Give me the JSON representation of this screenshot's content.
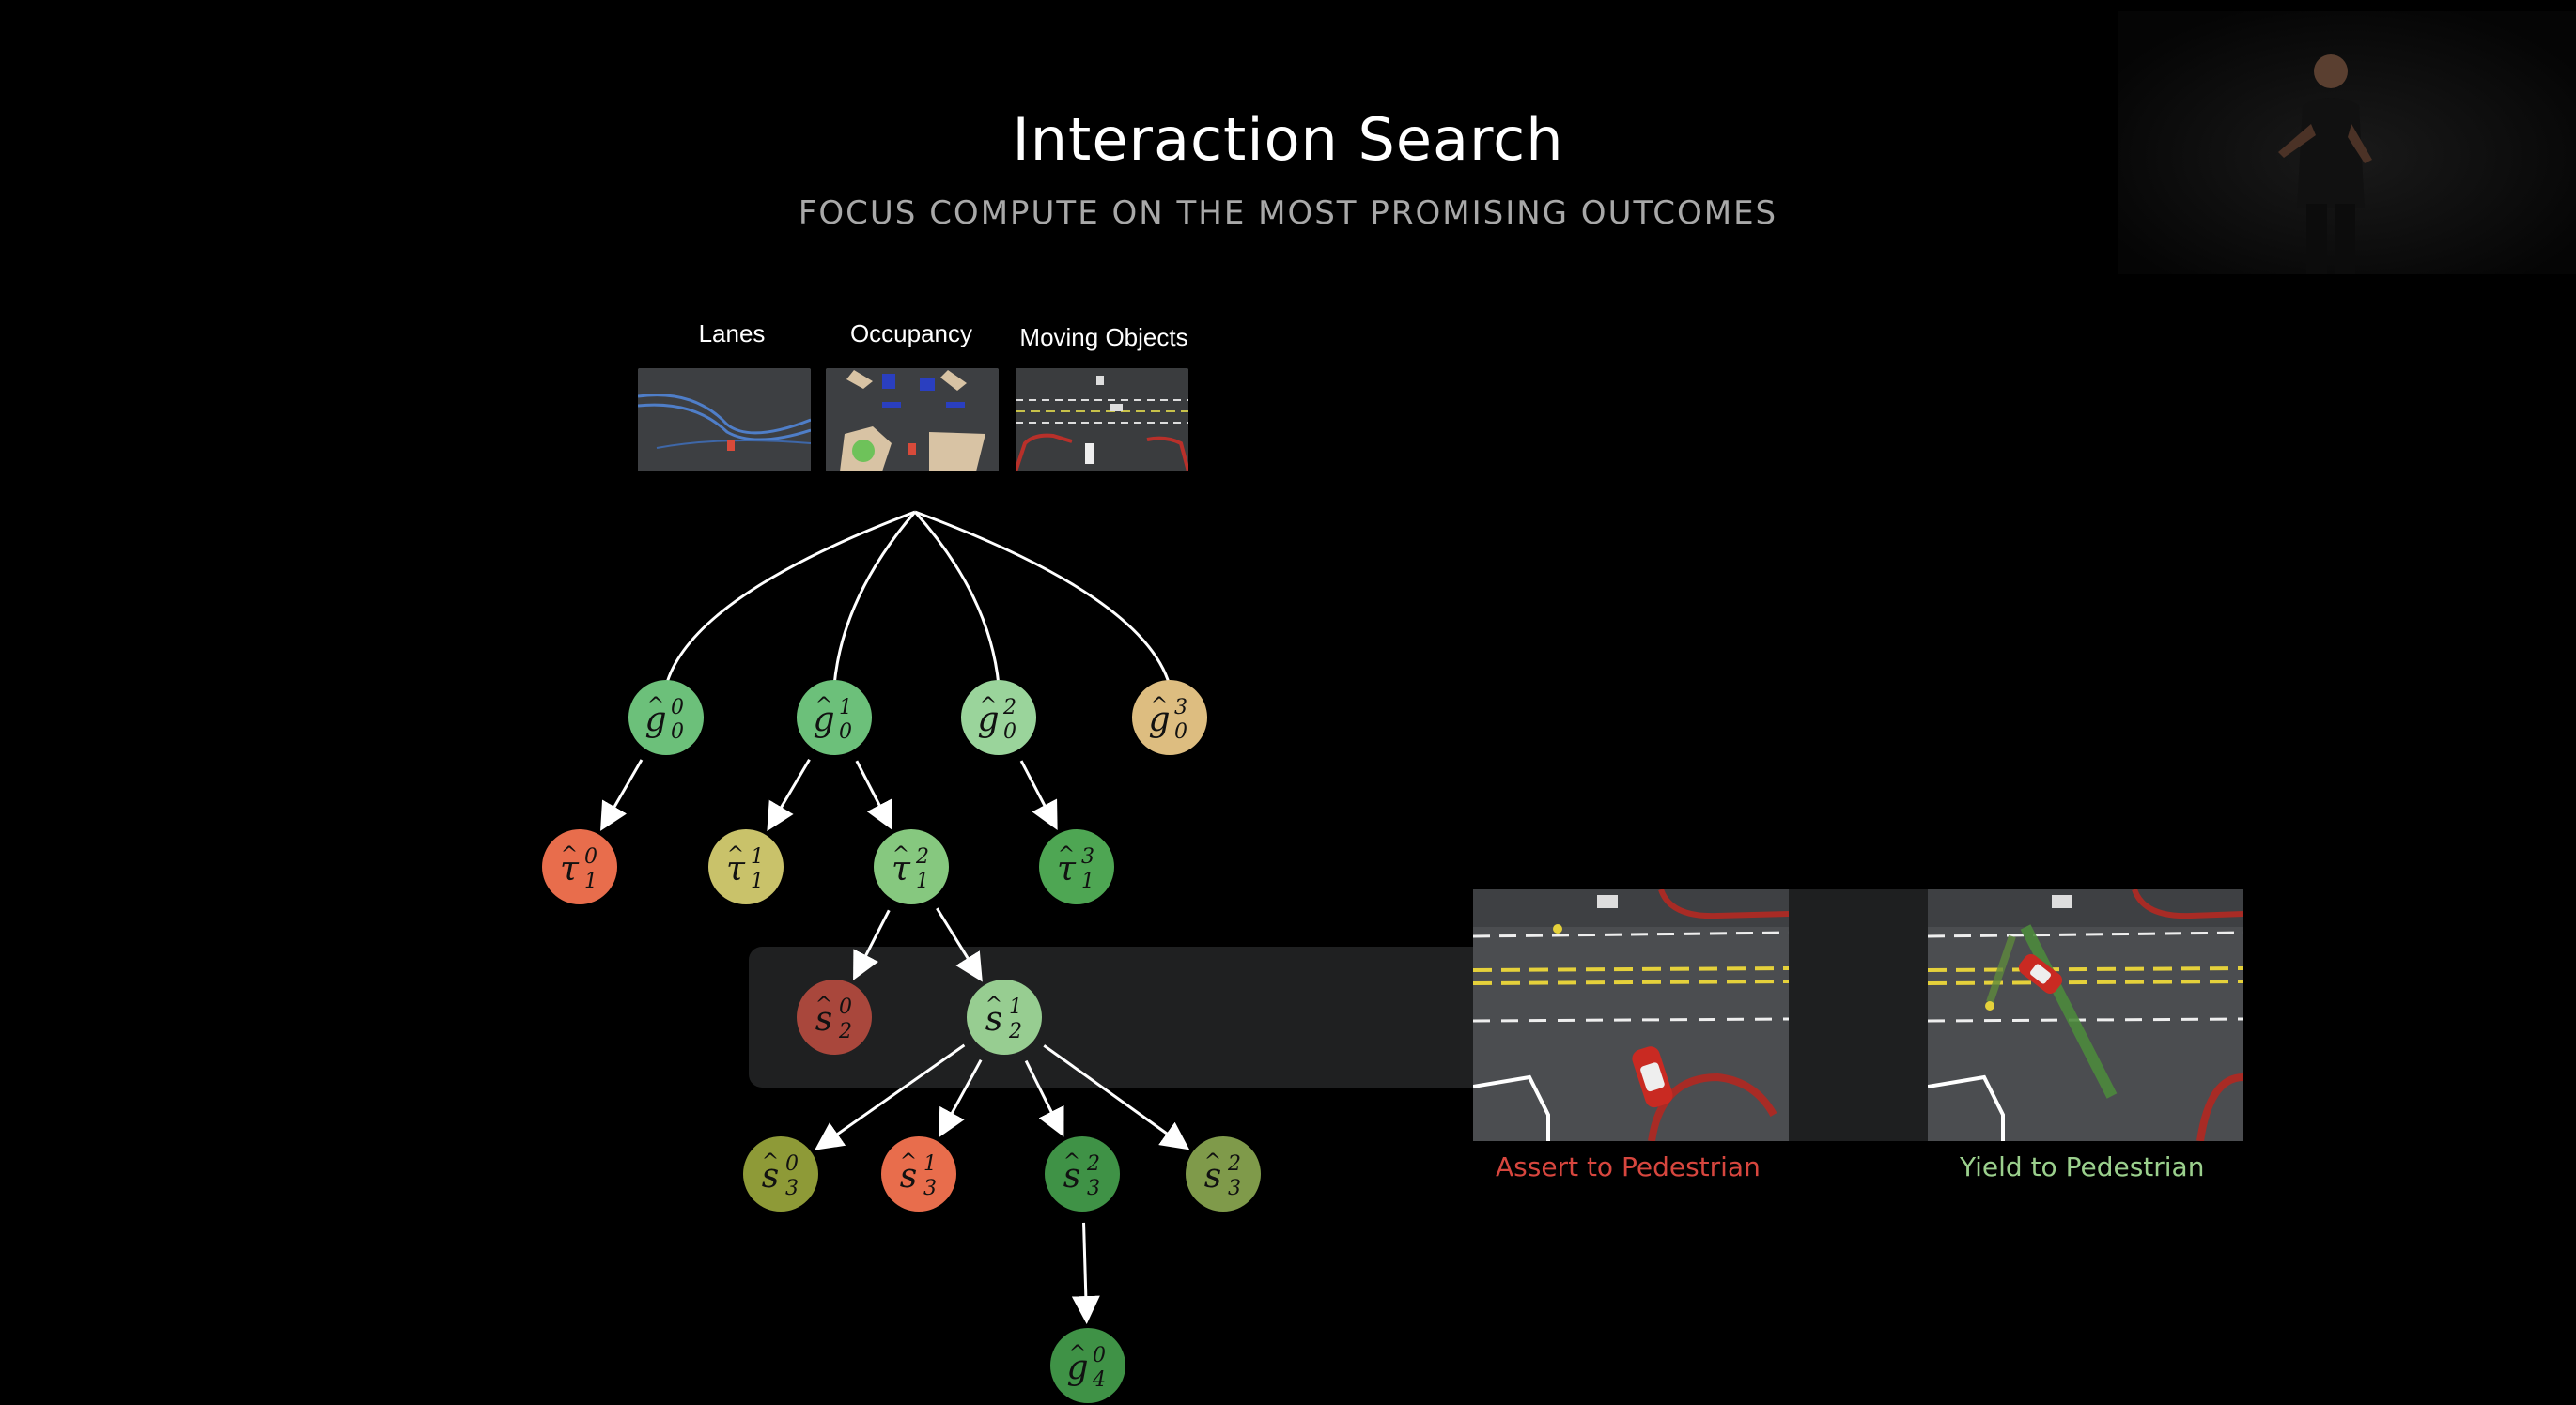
{
  "title": "Interaction Search",
  "subtitle": "FOCUS COMPUTE ON THE MOST PROMISING OUTCOMES",
  "inputs": [
    {
      "label": "Lanes"
    },
    {
      "label": "Occupancy"
    },
    {
      "label": "Moving Objects"
    }
  ],
  "nodes": [
    {
      "id": "g0_0",
      "base": "g",
      "sup": "0",
      "sub": "0",
      "color": "#6cc07a"
    },
    {
      "id": "g0_1",
      "base": "g",
      "sup": "1",
      "sub": "0",
      "color": "#6cc07a"
    },
    {
      "id": "g0_2",
      "base": "g",
      "sup": "2",
      "sub": "0",
      "color": "#9ad49b"
    },
    {
      "id": "g0_3",
      "base": "g",
      "sup": "3",
      "sub": "0",
      "color": "#ddbd80"
    },
    {
      "id": "t1_0",
      "base": "τ",
      "sup": "0",
      "sub": "1",
      "color": "#e86d4c"
    },
    {
      "id": "t1_1",
      "base": "τ",
      "sup": "1",
      "sub": "1",
      "color": "#c9c26a"
    },
    {
      "id": "t1_2",
      "base": "τ",
      "sup": "2",
      "sub": "1",
      "color": "#86c87f"
    },
    {
      "id": "t1_3",
      "base": "τ",
      "sup": "3",
      "sub": "1",
      "color": "#4ea653"
    },
    {
      "id": "s2_0",
      "base": "s",
      "sup": "0",
      "sub": "2",
      "color": "#a9473c"
    },
    {
      "id": "s2_1",
      "base": "s",
      "sup": "1",
      "sub": "2",
      "color": "#97cd91"
    },
    {
      "id": "s3_0",
      "base": "s",
      "sup": "0",
      "sub": "3",
      "color": "#8e9a37"
    },
    {
      "id": "s3_1",
      "base": "s",
      "sup": "1",
      "sub": "3",
      "color": "#e86d4c"
    },
    {
      "id": "s3_2",
      "base": "s",
      "sup": "2",
      "sub": "3",
      "color": "#3f9246"
    },
    {
      "id": "s3_3",
      "base": "s",
      "sup": "2",
      "sub": "3",
      "color": "#7f9a4a"
    },
    {
      "id": "g4_0",
      "base": "g",
      "sup": "0",
      "sub": "4",
      "color": "#3f9246"
    }
  ],
  "edges": [
    [
      "root",
      "g0_0"
    ],
    [
      "root",
      "g0_1"
    ],
    [
      "root",
      "g0_2"
    ],
    [
      "root",
      "g0_3"
    ],
    [
      "g0_0",
      "t1_0"
    ],
    [
      "g0_1",
      "t1_1"
    ],
    [
      "g0_1",
      "t1_2"
    ],
    [
      "g0_2",
      "t1_3"
    ],
    [
      "t1_2",
      "s2_0"
    ],
    [
      "t1_2",
      "s2_1"
    ],
    [
      "s2_1",
      "s3_0"
    ],
    [
      "s2_1",
      "s3_1"
    ],
    [
      "s2_1",
      "s3_2"
    ],
    [
      "s2_1",
      "s3_3"
    ],
    [
      "s3_2",
      "g4_0"
    ]
  ],
  "outcomes": {
    "assert": {
      "label": "Assert to Pedestrian",
      "color": "#d7463e"
    },
    "yield": {
      "label": "Yield to Pedestrian",
      "color": "#9bd08d"
    }
  }
}
